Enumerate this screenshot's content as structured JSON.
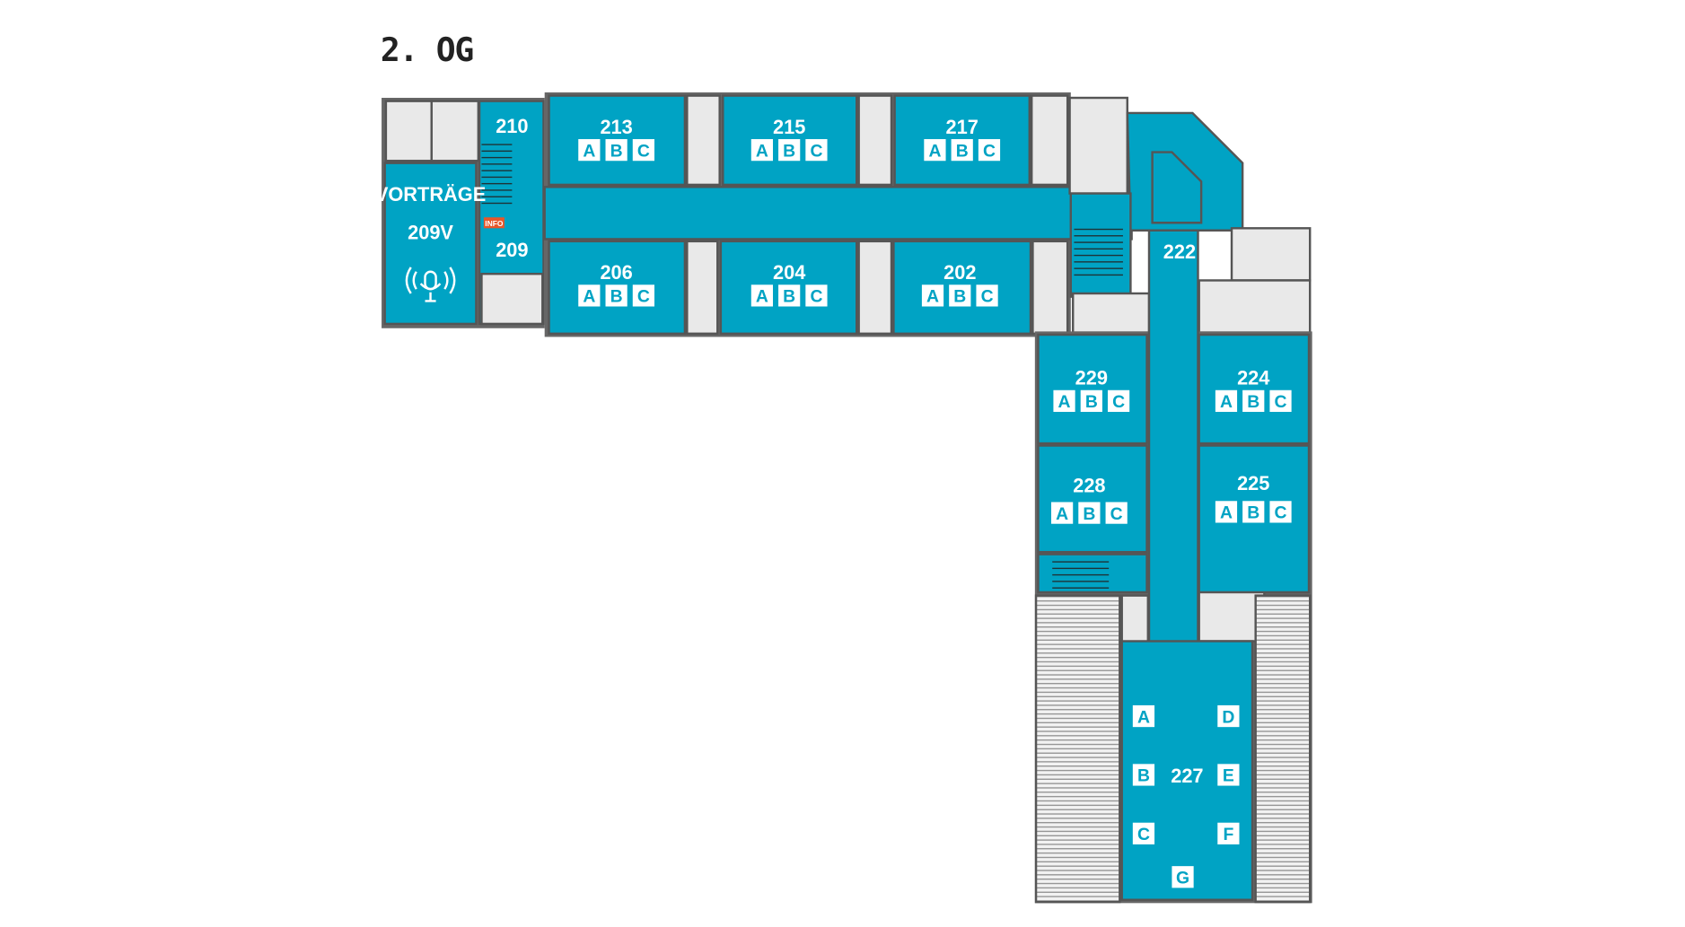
{
  "floor_title": "2. OG",
  "colors": {
    "room": "#00a3c4",
    "service": "#e9e9e9",
    "wall": "#555555",
    "info": "#e8572a"
  },
  "info_badge": "INFO",
  "rooms": {
    "vortraege": {
      "name": "VORTRÄGE",
      "number": "209V",
      "icon": "microphone-broadcast-icon"
    },
    "r210": {
      "number": "210"
    },
    "r209": {
      "number": "209"
    },
    "r213": {
      "number": "213",
      "seats": [
        "A",
        "B",
        "C"
      ]
    },
    "r215": {
      "number": "215",
      "seats": [
        "A",
        "B",
        "C"
      ]
    },
    "r217": {
      "number": "217",
      "seats": [
        "A",
        "B",
        "C"
      ]
    },
    "r206": {
      "number": "206",
      "seats": [
        "A",
        "B",
        "C"
      ]
    },
    "r204": {
      "number": "204",
      "seats": [
        "A",
        "B",
        "C"
      ]
    },
    "r202": {
      "number": "202",
      "seats": [
        "A",
        "B",
        "C"
      ]
    },
    "r222": {
      "number": "222"
    },
    "r229": {
      "number": "229",
      "seats": [
        "A",
        "B",
        "C"
      ]
    },
    "r224": {
      "number": "224",
      "seats": [
        "A",
        "B",
        "C"
      ]
    },
    "r228": {
      "number": "228",
      "seats": [
        "A",
        "B",
        "C"
      ]
    },
    "r225": {
      "number": "225",
      "seats": [
        "A",
        "B",
        "C"
      ]
    },
    "r227": {
      "number": "227",
      "seats": [
        "A",
        "B",
        "C",
        "D",
        "E",
        "F",
        "G"
      ]
    }
  }
}
